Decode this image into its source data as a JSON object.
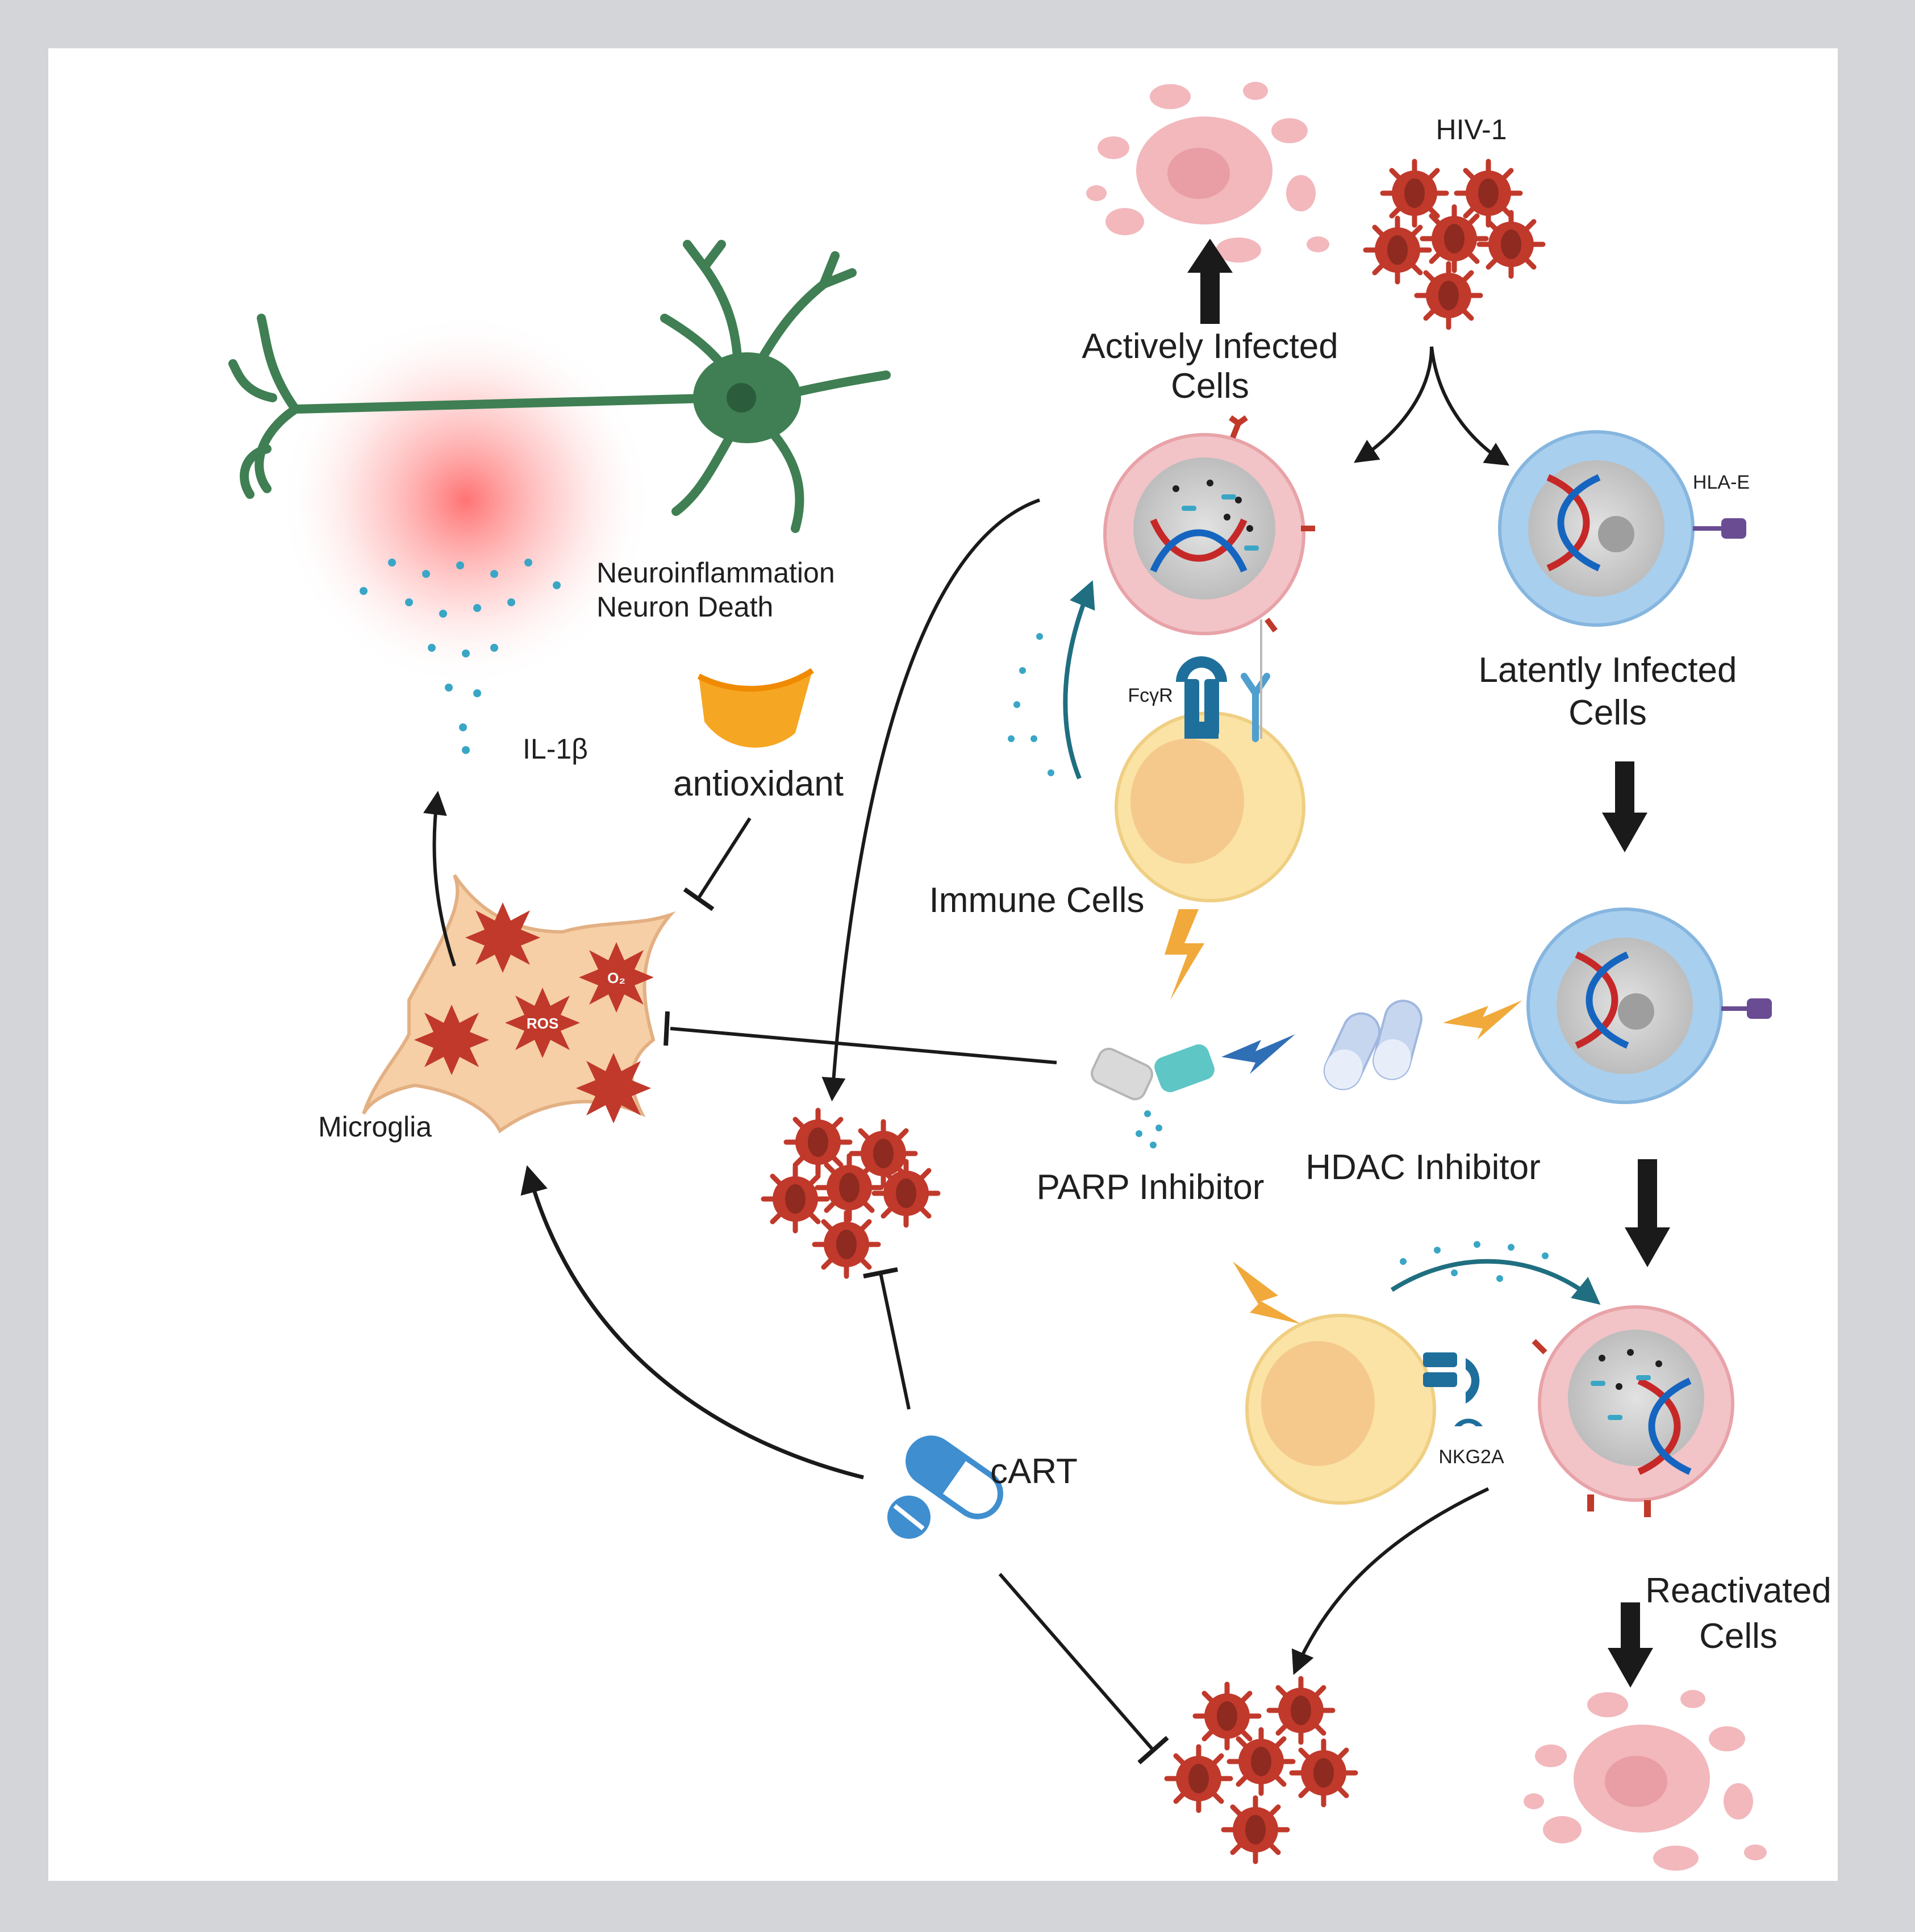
{
  "labels": {
    "hiv1": "HIV-1",
    "actively_infected_line1": "Actively Infected",
    "actively_infected_line2": "Cells",
    "latently_infected_line1": "Latently Infected",
    "latently_infected_line2": "Cells",
    "hla_e": "HLA-E",
    "fcyr": "FcγR",
    "neuroinflammation": "Neuroinflammation",
    "neuron_death": "Neuron Death",
    "il1b": "IL-1β",
    "antioxidant": "antioxidant",
    "immune_cells": "Immune Cells",
    "microglia": "Microglia",
    "parp_inhibitor": "PARP Inhibitor",
    "hdac_inhibitor": "HDAC Inhibitor",
    "nkg2a": "NKG2A",
    "cart": "cART",
    "reactivated_line1": "Reactivated",
    "reactivated_line2": "Cells",
    "ros_o2": "O₂",
    "ros_ros": "ROS"
  },
  "colors": {
    "frame": "#d4d5d8",
    "arrow": "#1a1a1a",
    "virus": "#c0392b",
    "virus_dark": "#8e2a20",
    "debris": "#f2b8bc",
    "neuron": "#3f7f53",
    "inflammation": "#ff6b6b",
    "cytokine": "#3aa6c6",
    "infected_cell": "#f2c4c7",
    "latent_cell": "#a9cfee",
    "immune_cell": "#fbe3a6",
    "immune_nucleus": "#f5c98c",
    "microglia": "#f6cfa6",
    "receptor_blue": "#1f6f9c",
    "lightning": "#f0a93a",
    "lightning_blue": "#2f6fb5",
    "pill_blue": "#3f8ed0",
    "orange": "#f5a623"
  }
}
